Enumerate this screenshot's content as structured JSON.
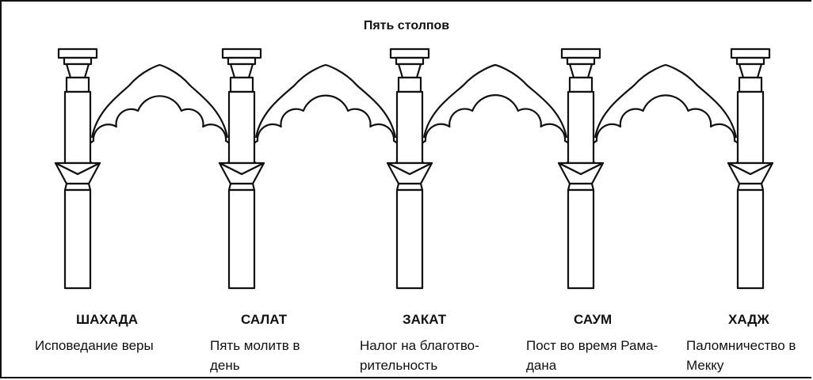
{
  "title": "Пять столпов",
  "pillars": [
    {
      "name": "ШАХАДА",
      "desc": [
        "Исповедание веры"
      ]
    },
    {
      "name": "САЛАТ",
      "desc": [
        "Пять молитв в",
        "день"
      ]
    },
    {
      "name": "ЗАКАТ",
      "desc": [
        "Налог на благотво-",
        "рительность"
      ]
    },
    {
      "name": "САУМ",
      "desc": [
        "Пост во время Рама-",
        "дана"
      ]
    },
    {
      "name": "ХАДЖ",
      "desc": [
        "Паломничество в",
        "Мекку"
      ]
    }
  ]
}
